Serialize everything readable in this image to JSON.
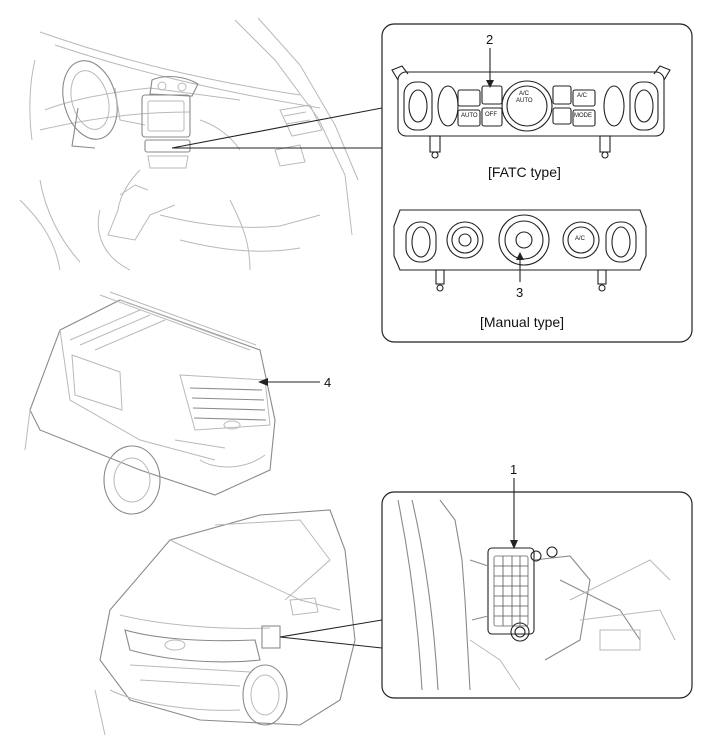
{
  "callouts": {
    "fatc_control": "2",
    "manual_control": "3",
    "rear_item": "4",
    "module": "1"
  },
  "captions": {
    "fatc": "[FATC type]",
    "manual": "[Manual type]"
  },
  "fatc_panel_text": {
    "ac_top": "A/C",
    "auto_top": "AUTO",
    "auto_button": "AUTO",
    "ac_button": "A/C",
    "mode_button": "MODE",
    "off_button": "OFF"
  },
  "manual_panel_text": {
    "ac_knob": "A/C"
  }
}
